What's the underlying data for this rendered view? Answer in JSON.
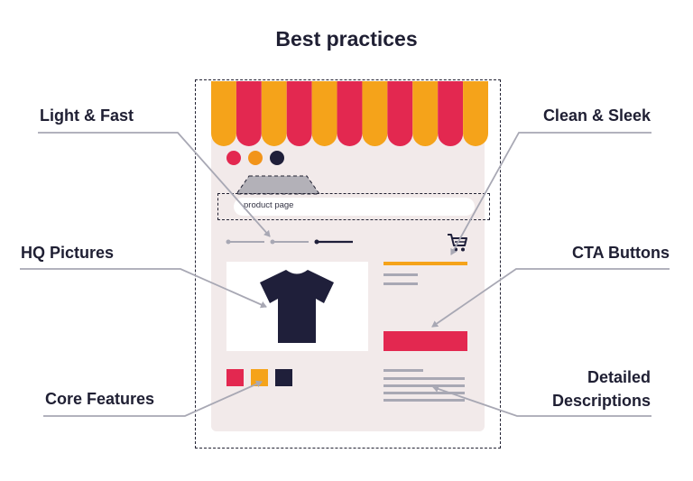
{
  "title": "Best practices",
  "labels": {
    "light_fast": "Light & Fast",
    "hq_pictures": "HQ Pictures",
    "core_features": "Core Features",
    "clean_sleek": "Clean & Sleek",
    "cta_buttons": "CTA Buttons",
    "detailed_descriptions_line1": "Detailed",
    "detailed_descriptions_line2": "Descriptions"
  },
  "mockup": {
    "url_text": "product page",
    "icons": [
      "tshirt-icon",
      "cart-icon"
    ]
  },
  "colors": {
    "awning_orange": "#f5a31a",
    "awning_red": "#e32850",
    "dot_red": "#e32850",
    "dot_orange": "#f2941a",
    "dot_navy": "#1f1f3a",
    "swatch_red": "#e32850",
    "swatch_orange": "#f5a31a",
    "swatch_navy": "#1f1f3a",
    "cta": "#e32850",
    "page_bg": "#f2eaea",
    "connector": "#a8a8b4"
  }
}
